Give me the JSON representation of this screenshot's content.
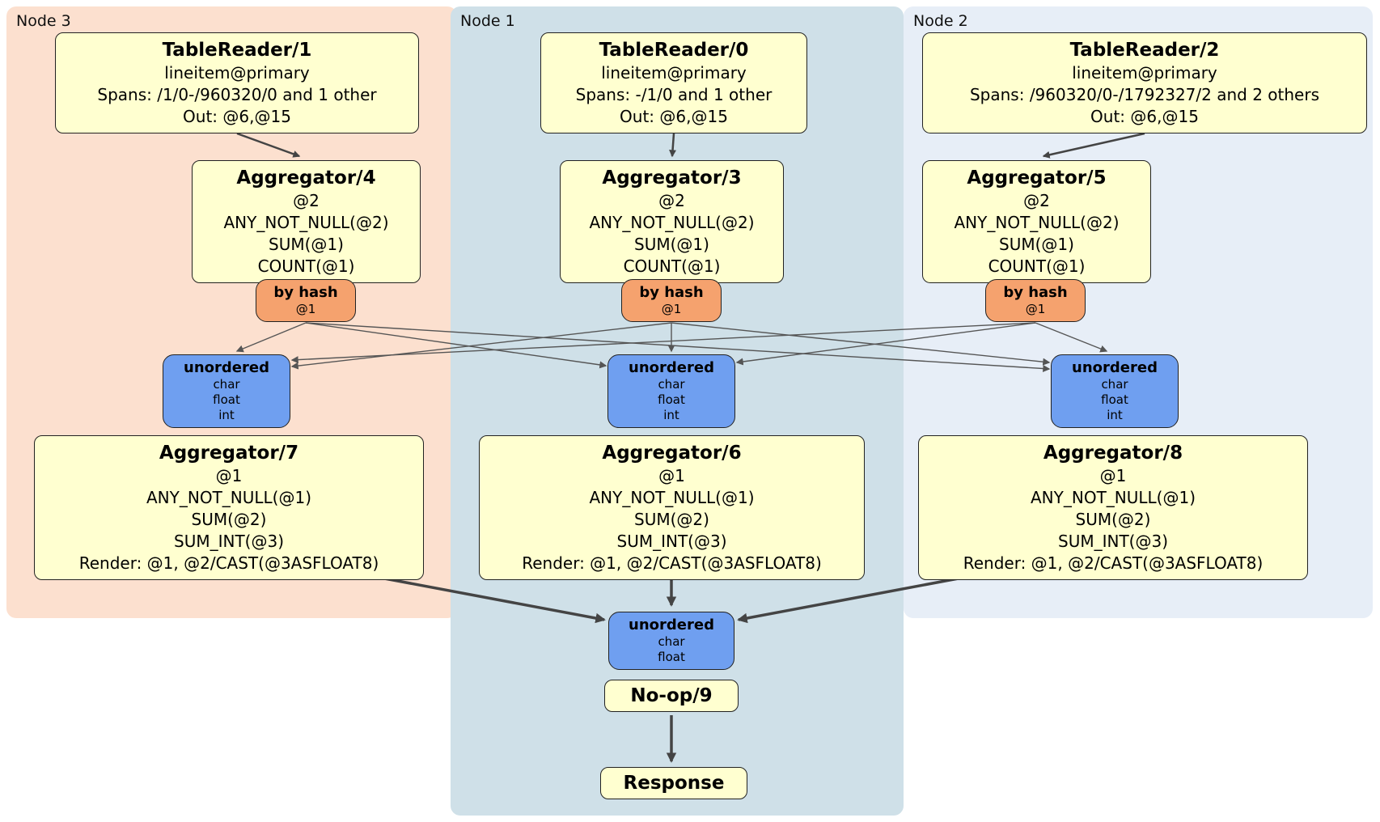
{
  "regions": {
    "node3": {
      "label": "Node 3"
    },
    "node1": {
      "label": "Node 1"
    },
    "node2": {
      "label": "Node 2"
    }
  },
  "node3": {
    "tablereader": {
      "title": "TableReader/1",
      "lines": [
        "lineitem@primary",
        "Spans: /1/0-/960320/0 and 1 other",
        "Out: @6,@15"
      ]
    },
    "aggregator1": {
      "title": "Aggregator/4",
      "lines": [
        "@2",
        "ANY_NOT_NULL(@2)",
        "SUM(@1)",
        "COUNT(@1)"
      ]
    },
    "router": {
      "title": "by hash",
      "lines": [
        "@1"
      ]
    },
    "sync": {
      "title": "unordered",
      "lines": [
        "char",
        "float",
        "int"
      ]
    },
    "aggregator2": {
      "title": "Aggregator/7",
      "lines": [
        "@1",
        "ANY_NOT_NULL(@1)",
        "SUM(@2)",
        "SUM_INT(@3)",
        "Render: @1, @2/CAST(@3ASFLOAT8)"
      ]
    }
  },
  "node1": {
    "tablereader": {
      "title": "TableReader/0",
      "lines": [
        "lineitem@primary",
        "Spans: -/1/0 and 1 other",
        "Out: @6,@15"
      ]
    },
    "aggregator1": {
      "title": "Aggregator/3",
      "lines": [
        "@2",
        "ANY_NOT_NULL(@2)",
        "SUM(@1)",
        "COUNT(@1)"
      ]
    },
    "router": {
      "title": "by hash",
      "lines": [
        "@1"
      ]
    },
    "sync": {
      "title": "unordered",
      "lines": [
        "char",
        "float",
        "int"
      ]
    },
    "aggregator2": {
      "title": "Aggregator/6",
      "lines": [
        "@1",
        "ANY_NOT_NULL(@1)",
        "SUM(@2)",
        "SUM_INT(@3)",
        "Render: @1, @2/CAST(@3ASFLOAT8)"
      ]
    },
    "final_sync": {
      "title": "unordered",
      "lines": [
        "char",
        "float"
      ]
    },
    "noop": {
      "title": "No-op/9"
    },
    "response": {
      "title": "Response"
    }
  },
  "node2": {
    "tablereader": {
      "title": "TableReader/2",
      "lines": [
        "lineitem@primary",
        "Spans: /960320/0-/1792327/2 and 2 others",
        "Out: @6,@15"
      ]
    },
    "aggregator1": {
      "title": "Aggregator/5",
      "lines": [
        "@2",
        "ANY_NOT_NULL(@2)",
        "SUM(@1)",
        "COUNT(@1)"
      ]
    },
    "router": {
      "title": "by hash",
      "lines": [
        "@1"
      ]
    },
    "sync": {
      "title": "unordered",
      "lines": [
        "char",
        "float",
        "int"
      ]
    },
    "aggregator2": {
      "title": "Aggregator/8",
      "lines": [
        "@1",
        "ANY_NOT_NULL(@1)",
        "SUM(@2)",
        "SUM_INT(@3)",
        "Render: @1, @2/CAST(@3ASFLOAT8)"
      ]
    }
  },
  "colors": {
    "node3_bg": "#fce0cf",
    "node1_bg": "#cfe0e8",
    "node2_bg": "#e7eef7",
    "box_bg": "#ffffd0",
    "router_bg": "#f5a26e",
    "sync_bg": "#6f9ff0",
    "edge": "#444444"
  }
}
